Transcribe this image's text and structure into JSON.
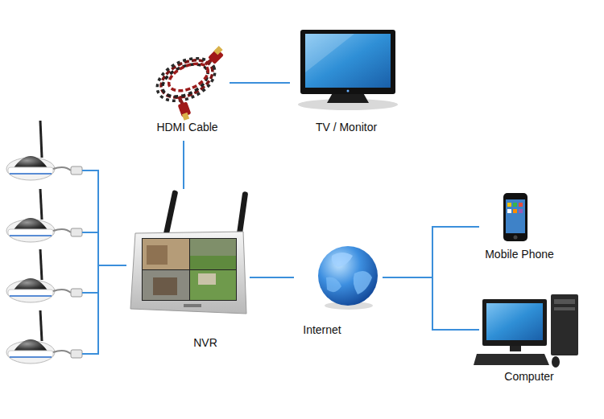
{
  "diagram": {
    "nodes": [
      {
        "text": [
          "HDMI Cable"
        ]
      },
      {
        "text": [
          "TV / Monitor"
        ]
      },
      {
        "text": [
          "NVR"
        ]
      },
      {
        "text": [
          "Internet"
        ]
      },
      {
        "text": [
          "Mobile Phone"
        ]
      },
      {
        "text": [
          "Computer"
        ]
      }
    ],
    "edges": [
      {
        "from": 0,
        "to": 1,
        "arrow": "none"
      },
      {
        "from": 0,
        "to": 2,
        "arrow": "none"
      },
      {
        "from": 2,
        "to": 3,
        "arrow": "none"
      },
      {
        "from": 3,
        "to": 4,
        "arrow": "none"
      },
      {
        "from": 3,
        "to": 5,
        "arrow": "none"
      }
    ]
  }
}
